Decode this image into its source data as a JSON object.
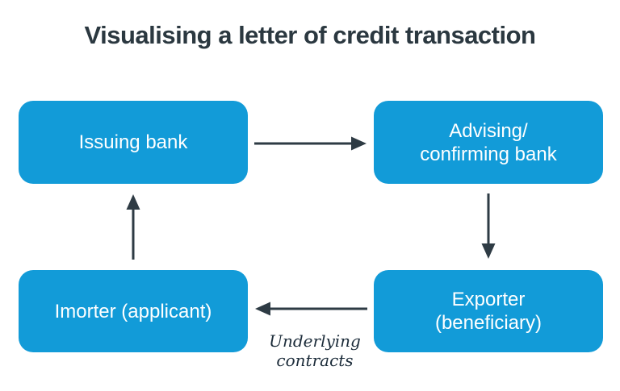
{
  "title": "Visualising a letter of credit transaction",
  "nodes": {
    "issuing_bank": "Issuing bank",
    "advising_confirming_bank": "Advising/\nconfirming bank",
    "importer": "Imorter (applicant)",
    "exporter": "Exporter\n(beneficiary)"
  },
  "edge_labels": {
    "underlying_contracts": "Underlying\ncontracts"
  },
  "arrows": [
    {
      "name": "issuing-bank-to-advising-bank",
      "from": "issuing_bank",
      "to": "advising_confirming_bank",
      "direction": "right"
    },
    {
      "name": "advising-bank-to-exporter",
      "from": "advising_confirming_bank",
      "to": "exporter",
      "direction": "down"
    },
    {
      "name": "exporter-to-importer",
      "from": "exporter",
      "to": "importer",
      "direction": "left",
      "label": "Underlying contracts"
    },
    {
      "name": "importer-to-issuing-bank",
      "from": "importer",
      "to": "issuing_bank",
      "direction": "up"
    }
  ],
  "colors": {
    "box_fill": "#129BD8",
    "box_text": "#FFFFFF",
    "title_text": "#2B3840",
    "arrow": "#2E3B44",
    "label_text": "#1C2C3A",
    "background": "#FFFFFF"
  }
}
